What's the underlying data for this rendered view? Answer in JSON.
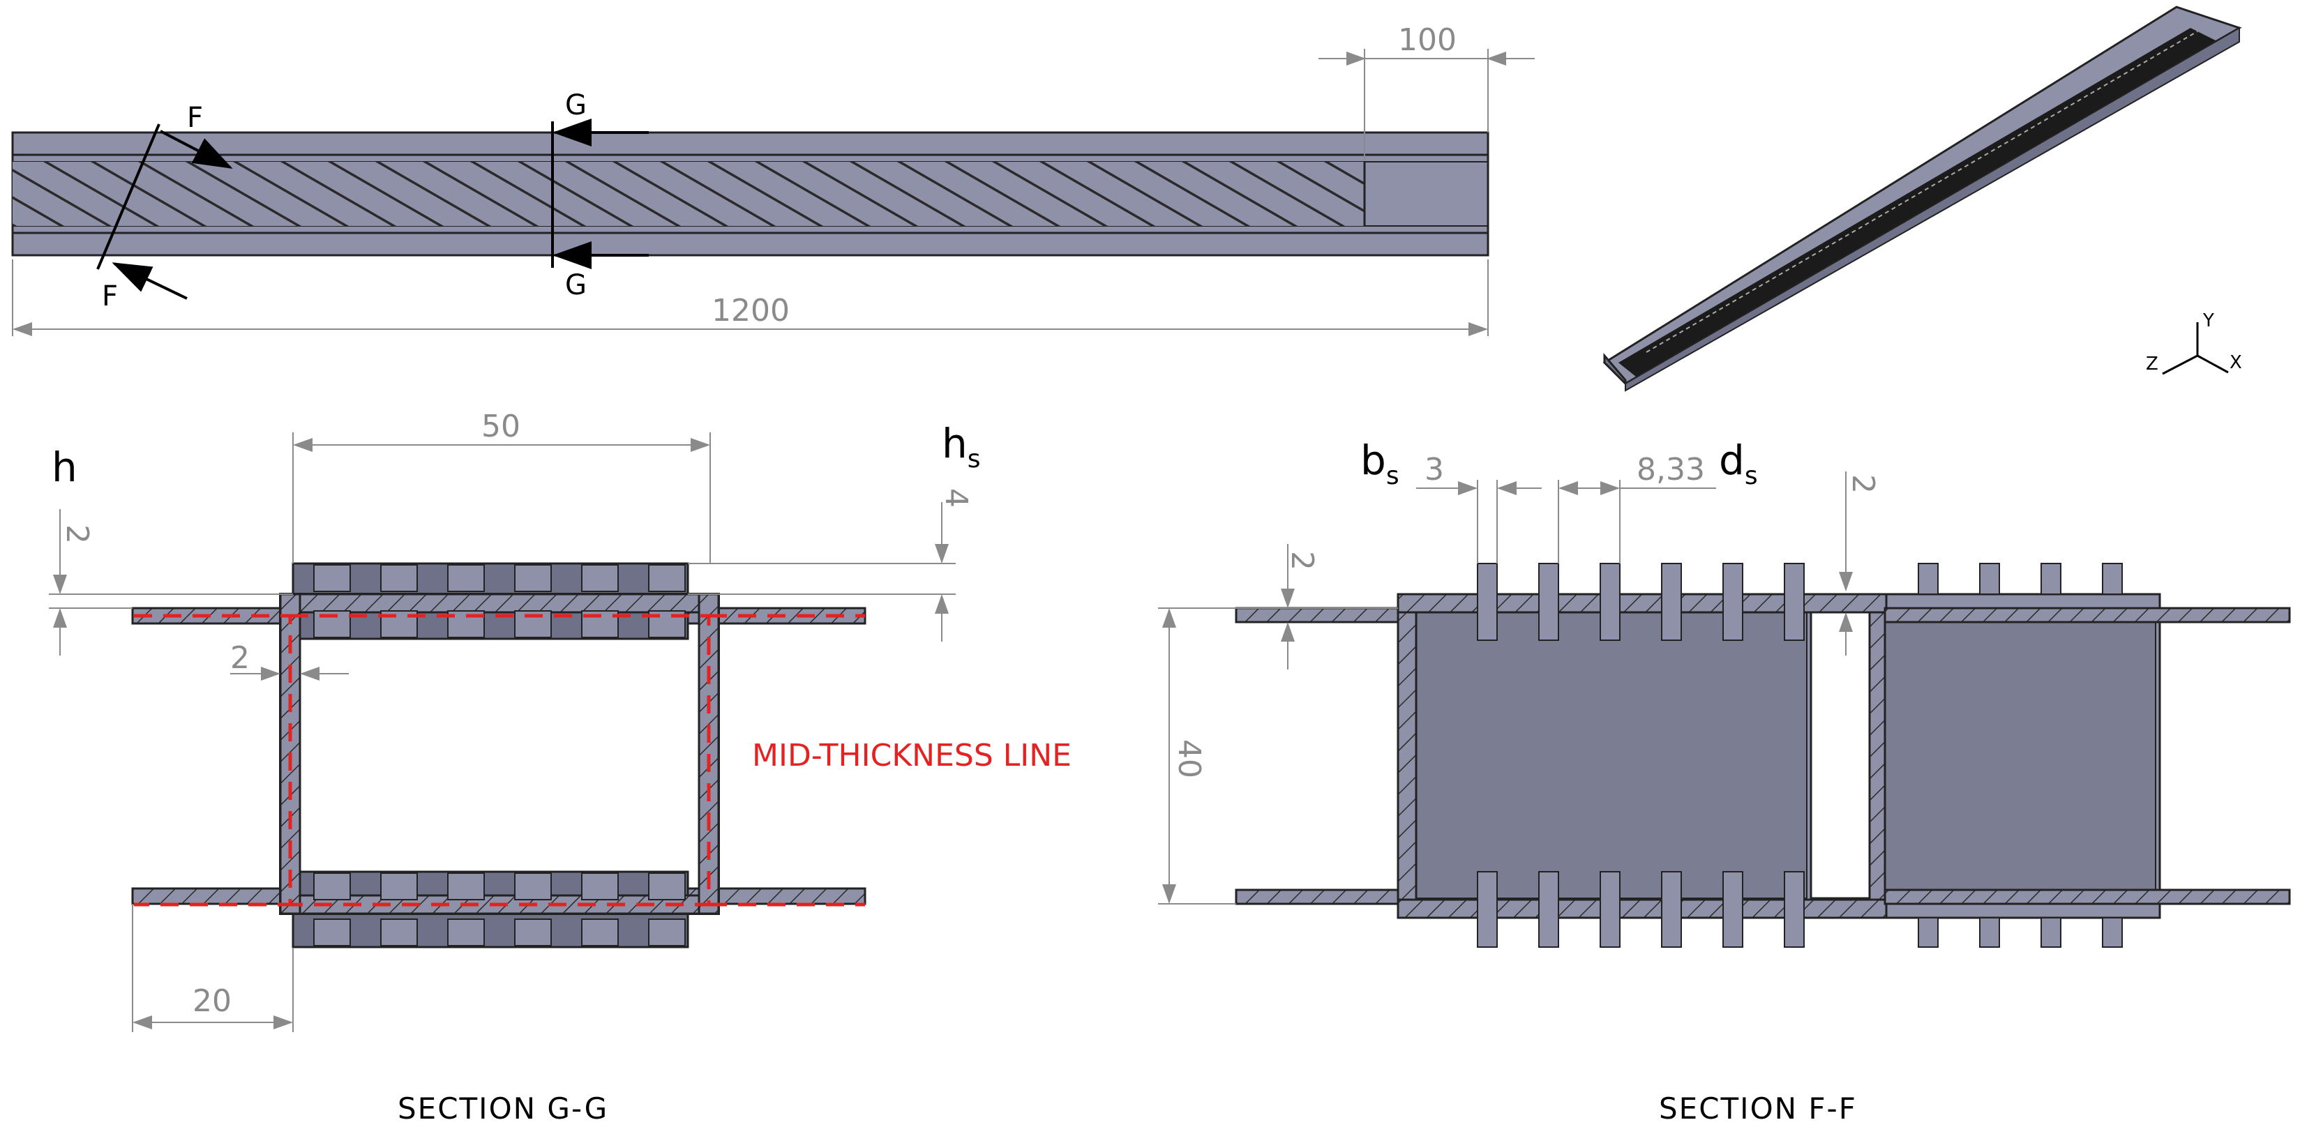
{
  "dimensions": {
    "top_right_length": "100",
    "total_length": "1200",
    "flange_width": "50",
    "flange_thickness": "2",
    "web_thickness": "2",
    "outstand_width": "20",
    "stiffener_height": "4",
    "stiffener_width": "3",
    "stiffener_spacing": "8,33",
    "web_height": "40",
    "ff_flange_thickness": "2",
    "ff_stiffener_height": "2"
  },
  "section_marks": {
    "f_top": "F",
    "f_bottom": "F",
    "g_top": "G",
    "g_bottom": "G"
  },
  "symbols": {
    "h": "h",
    "hs_base": "h",
    "hs_sub": "s",
    "bs_base": "b",
    "bs_sub": "s",
    "ds_base": "d",
    "ds_sub": "s"
  },
  "axes": {
    "y": "Y",
    "x": "X",
    "z": "Z"
  },
  "labels": {
    "mid_thickness": "MID-THICKNESS LINE"
  },
  "titles": {
    "section_gg": "SECTION G-G",
    "section_ff": "SECTION F-F"
  },
  "colors": {
    "steel": "#8f91a8",
    "steel_dark": "#6f7189",
    "mid_line": "#e52222",
    "dimension": "#8a8a8a"
  }
}
